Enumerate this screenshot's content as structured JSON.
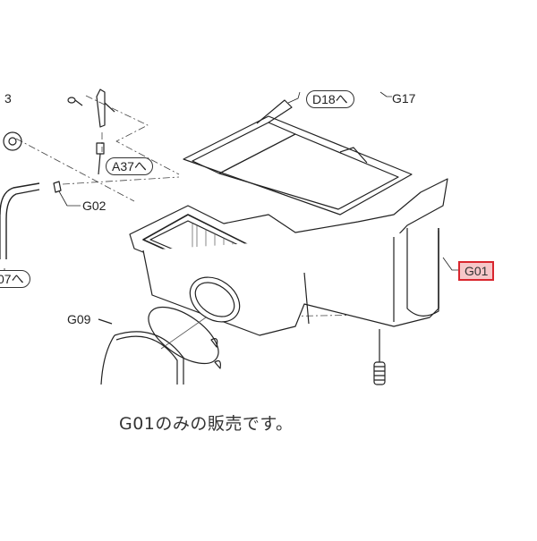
{
  "diagram": {
    "type": "exploded-parts-diagram",
    "highlight_color": "#d9262e",
    "highlight_fill": "#f6c7c9",
    "part_labels": [
      {
        "id": "3",
        "text": "3"
      },
      {
        "id": "G17",
        "text": "G17"
      },
      {
        "id": "G02",
        "text": "G02"
      },
      {
        "id": "G09",
        "text": "G09"
      },
      {
        "id": "G01",
        "text": "G01",
        "highlighted": true
      }
    ],
    "reference_pills": [
      {
        "id": "D18",
        "text": "D18へ"
      },
      {
        "id": "A37",
        "text": "A37へ"
      },
      {
        "id": "x07",
        "text": "07へ"
      }
    ]
  },
  "caption": "G01のみの販売です。"
}
